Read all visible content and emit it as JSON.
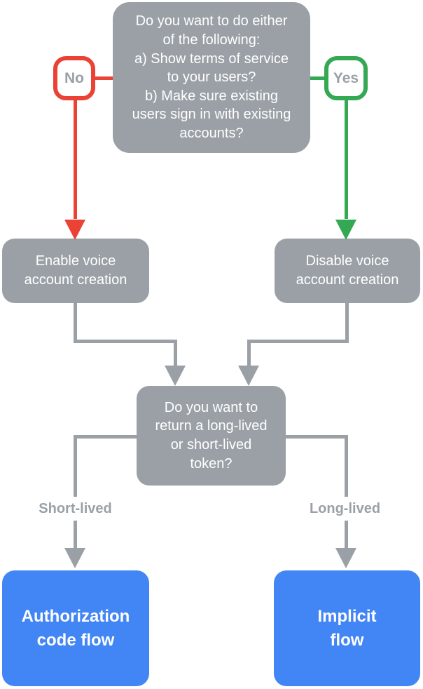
{
  "diagram": {
    "kind": "decision-flowchart",
    "colors": {
      "node_gray": "#9AA0A6",
      "accent_red": "#EA4335",
      "accent_green": "#34A853",
      "accent_blue": "#4285F4",
      "node_text": "#FFFFFF",
      "label_text": "#9AA0A6",
      "label_bg": "#FFFFFF"
    },
    "nodes": {
      "question_top": "Do you want to do either\nof the following:\na) Show terms of service\nto your users?\nb) Make sure existing\nusers sign in with existing\naccounts?",
      "no_badge": "No",
      "yes_badge": "Yes",
      "enable": "Enable voice\naccount creation",
      "disable": "Disable voice\naccount creation",
      "question_token": "Do you want to\nreturn a long-lived\nor short-lived\ntoken?",
      "short_label": "Short-lived",
      "long_label": "Long-lived",
      "auth_flow": "Authorization\ncode flow",
      "implicit_flow": "Implicit\nflow"
    },
    "edges": [
      {
        "from": "question_top",
        "via": "No",
        "to": "enable",
        "color": "#EA4335"
      },
      {
        "from": "question_top",
        "via": "Yes",
        "to": "disable",
        "color": "#34A853"
      },
      {
        "from": "enable",
        "to": "question_token",
        "color": "#9AA0A6"
      },
      {
        "from": "disable",
        "to": "question_token",
        "color": "#9AA0A6"
      },
      {
        "from": "question_token",
        "via": "Short-lived",
        "to": "auth_flow",
        "color": "#9AA0A6"
      },
      {
        "from": "question_token",
        "via": "Long-lived",
        "to": "implicit_flow",
        "color": "#9AA0A6"
      }
    ]
  }
}
